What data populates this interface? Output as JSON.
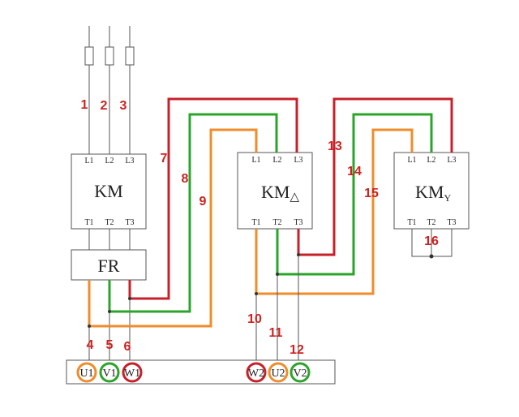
{
  "colors": {
    "red": "#c8202a",
    "green": "#2aa52a",
    "orange": "#ef8c2b",
    "line": "#555555",
    "label": "#cc2222"
  },
  "km": {
    "name": "KM",
    "inputs": [
      "L1",
      "L2",
      "L3"
    ],
    "outputs": [
      "T1",
      "T2",
      "T3"
    ]
  },
  "km_delta": {
    "name": "KM",
    "symbol": "△",
    "inputs": [
      "L1",
      "L2",
      "L3"
    ],
    "outputs": [
      "T1",
      "T2",
      "T3"
    ]
  },
  "km_y": {
    "name": "KM",
    "symbol": "Y",
    "inputs": [
      "L1",
      "L2",
      "L3"
    ],
    "outputs": [
      "T1",
      "T2",
      "T3"
    ]
  },
  "fr": {
    "name": "FR"
  },
  "wire_numbers": [
    "1",
    "2",
    "3",
    "4",
    "5",
    "6",
    "7",
    "8",
    "9",
    "10",
    "11",
    "12",
    "13",
    "14",
    "15",
    "16"
  ],
  "terminals": [
    "U1",
    "V1",
    "W1",
    "W2",
    "U2",
    "V2"
  ]
}
